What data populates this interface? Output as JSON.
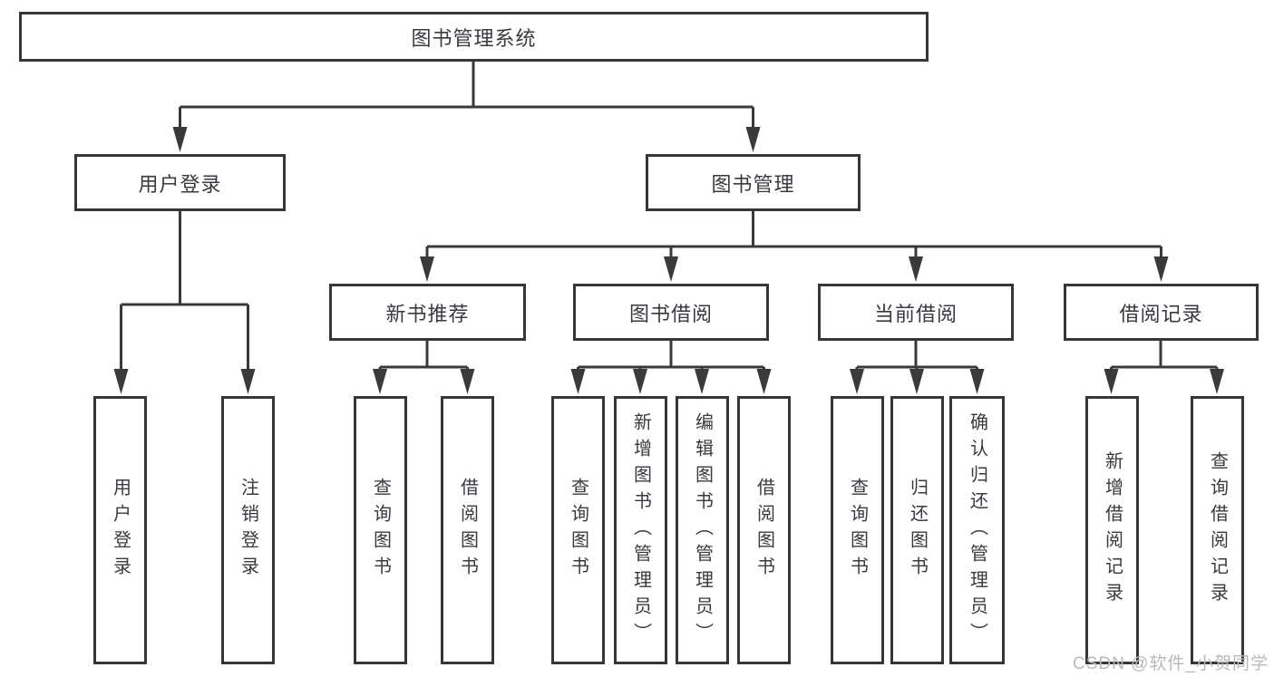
{
  "colors": {
    "line": "#3a3a3a",
    "border": "#363636",
    "text": "#373a3f",
    "watermark": "#b9b9b9",
    "background": "#ffffff"
  },
  "tree": {
    "root": "图书管理系统",
    "children": [
      {
        "label": "用户登录",
        "children": [
          "用户登录",
          "注销登录"
        ]
      },
      {
        "label": "图书管理",
        "children": [
          {
            "label": "新书推荐",
            "children": [
              "查询图书",
              "借阅图书"
            ]
          },
          {
            "label": "图书借阅",
            "children": [
              "查询图书",
              "新增图书（管理员）",
              "编辑图书（管理员）",
              "借阅图书"
            ]
          },
          {
            "label": "当前借阅",
            "children": [
              "查询图书",
              "归还图书",
              "确认归还（管理员）"
            ]
          },
          {
            "label": "借阅记录",
            "children": [
              "新增借阅记录",
              "查询借阅记录"
            ]
          }
        ]
      }
    ]
  },
  "watermark": "CSDN @软件_小贺同学"
}
